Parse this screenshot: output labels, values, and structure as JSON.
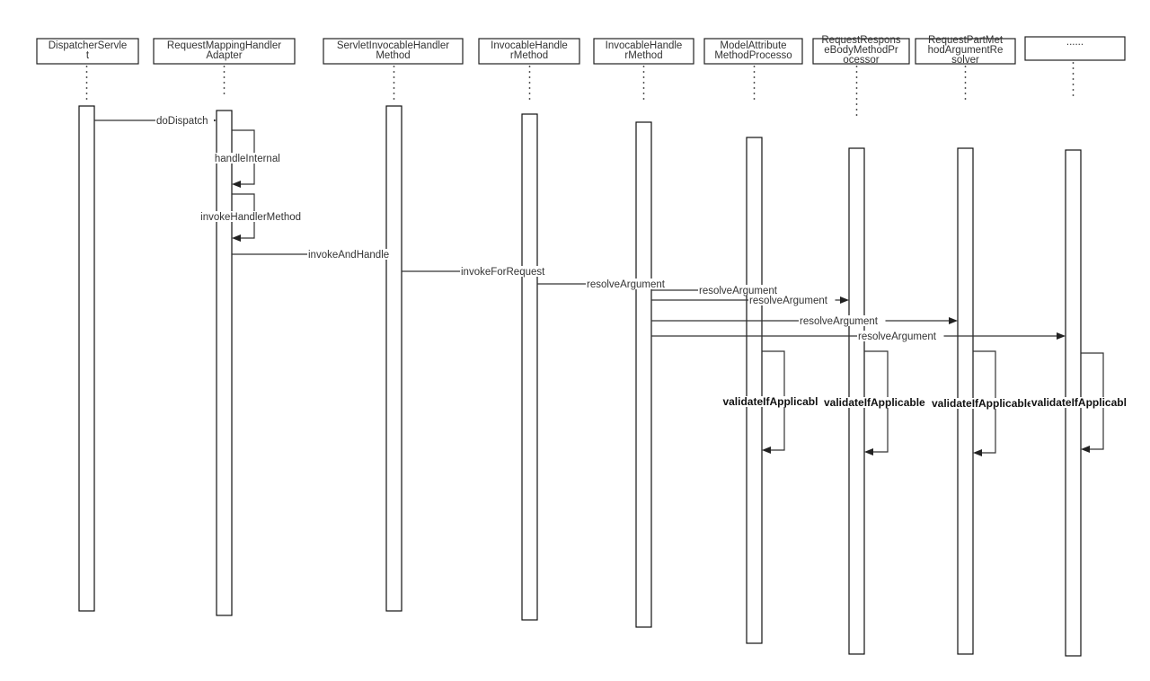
{
  "participants": [
    {
      "id": "dispatcher",
      "lines": [
        "DispatcherServle",
        "t"
      ]
    },
    {
      "id": "rmha",
      "lines": [
        "RequestMappingHandler",
        "Adapter"
      ]
    },
    {
      "id": "sihm",
      "lines": [
        "ServletInvocableHandler",
        "Method"
      ]
    },
    {
      "id": "ihm1",
      "lines": [
        "InvocableHandle",
        "rMethod"
      ]
    },
    {
      "id": "ihm2",
      "lines": [
        "InvocableHandle",
        "rMethod"
      ]
    },
    {
      "id": "mamp",
      "lines": [
        "ModelAttribute",
        "MethodProcesso"
      ]
    },
    {
      "id": "rrbmp",
      "lines": [
        "RequestRespons",
        "eBodyMethodPr",
        "ocessor"
      ]
    },
    {
      "id": "rpmar",
      "lines": [
        "RequestPartMet",
        "hodArgumentRe",
        "solver"
      ]
    },
    {
      "id": "more",
      "lines": [
        "......"
      ]
    }
  ],
  "messages": [
    {
      "from": "dispatcher",
      "to": "rmha",
      "label": "doDispatch"
    },
    {
      "from": "rmha",
      "to": "rmha",
      "label": "handleInternal",
      "self": true
    },
    {
      "from": "rmha",
      "to": "rmha",
      "label": "invokeHandlerMethod",
      "self": true
    },
    {
      "from": "rmha",
      "to": "sihm",
      "label": "invokeAndHandle"
    },
    {
      "from": "sihm",
      "to": "ihm1",
      "label": "invokeForRequest"
    },
    {
      "from": "ihm1",
      "to": "ihm2",
      "label": "resolveArgument"
    },
    {
      "from": "ihm2",
      "to": "mamp",
      "label": "resolveArgument"
    },
    {
      "from": "ihm2",
      "to": "rrbmp",
      "label": "resolveArgument"
    },
    {
      "from": "ihm2",
      "to": "rpmar",
      "label": "resolveArgument"
    },
    {
      "from": "ihm2",
      "to": "more",
      "label": "resolveArgument"
    },
    {
      "from": "mamp",
      "to": "mamp",
      "label": "validateIfApplicabl",
      "self": true,
      "bold": true
    },
    {
      "from": "rrbmp",
      "to": "rrbmp",
      "label": "validateIfApplicable",
      "self": true,
      "bold": true
    },
    {
      "from": "rpmar",
      "to": "rpmar",
      "label": "validateIfApplicable",
      "self": true,
      "bold": true
    },
    {
      "from": "more",
      "to": "more",
      "label": "validateIfApplicabl",
      "self": true,
      "bold": true
    }
  ]
}
